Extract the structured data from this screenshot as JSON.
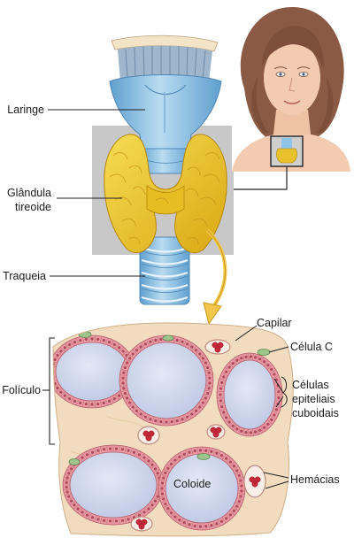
{
  "labels": {
    "larynx": "Laringe",
    "thyroid_line1": "Glândula",
    "thyroid_line2": "tireoide",
    "trachea": "Traqueia",
    "capillary": "Capilar",
    "c_cell": "Célula C",
    "follicle": "Folículo",
    "epithelial_line1": "Células",
    "epithelial_line2": "epiteliais",
    "epithelial_line3": "cuboidais",
    "colloid": "Coloide",
    "red_cells": "Hemácias"
  },
  "colors": {
    "larynx_blue": "#8ec4e6",
    "thyroid_yellow": "#e8c22a",
    "zoom_gray": "#c9c9c9",
    "skin": "#f3cbb0",
    "hair": "#8a5a44",
    "colloid_fill": "#cbd3ea",
    "epithelial_cell": "#e79aa3",
    "capillary_red": "#c6283a",
    "stroma": "#f2dcc0"
  }
}
